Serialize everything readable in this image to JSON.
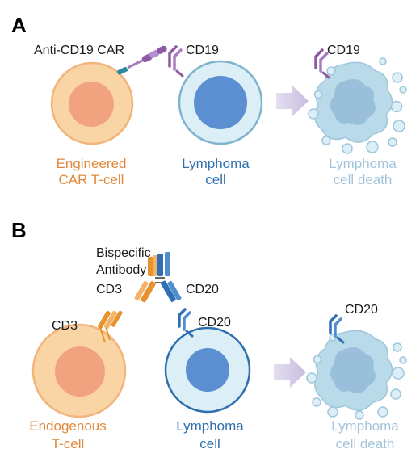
{
  "colors": {
    "tcell_outer": "#f9d5a5",
    "tcell_inner": "#f0a37e",
    "lymphoma_outer": "#dceff6",
    "lymphoma_inner": "#5b8fd2",
    "dying_fill": "#b9dbe9",
    "dying_nucleus": "#8fb6d5",
    "orange_text": "#e0893a",
    "blue_text": "#2f6fae",
    "faded_text": "#a3c4dc",
    "purple": "#8e5aa5",
    "teal": "#2a8aa0",
    "orange_ab": "#e8922d",
    "blue_ab": "#2f6fb6",
    "arrow": "#d4cbe6"
  },
  "panel_a": {
    "letter": "A",
    "car_label": "Anti-CD19 CAR",
    "cd19_label": "CD19",
    "cd19_dying_label": "CD19",
    "tcell_caption": [
      "Engineered",
      "CAR T-cell"
    ],
    "lymphoma_caption": [
      "Lymphoma",
      "cell"
    ],
    "death_caption": [
      "Lymphoma",
      "cell death"
    ]
  },
  "panel_b": {
    "letter": "B",
    "bispecific_label": [
      "Bispecific",
      "Antibody"
    ],
    "cd3_label": "CD3",
    "cd20_label": "CD20",
    "cd3_tcell_label": "CD3",
    "cd20_lymphoma_label": "CD20",
    "cd20_dying_label": "CD20",
    "tcell_caption": [
      "Endogenous",
      "T-cell"
    ],
    "lymphoma_caption": [
      "Lymphoma",
      "cell"
    ],
    "death_caption": [
      "Lymphoma",
      "cell death"
    ]
  }
}
